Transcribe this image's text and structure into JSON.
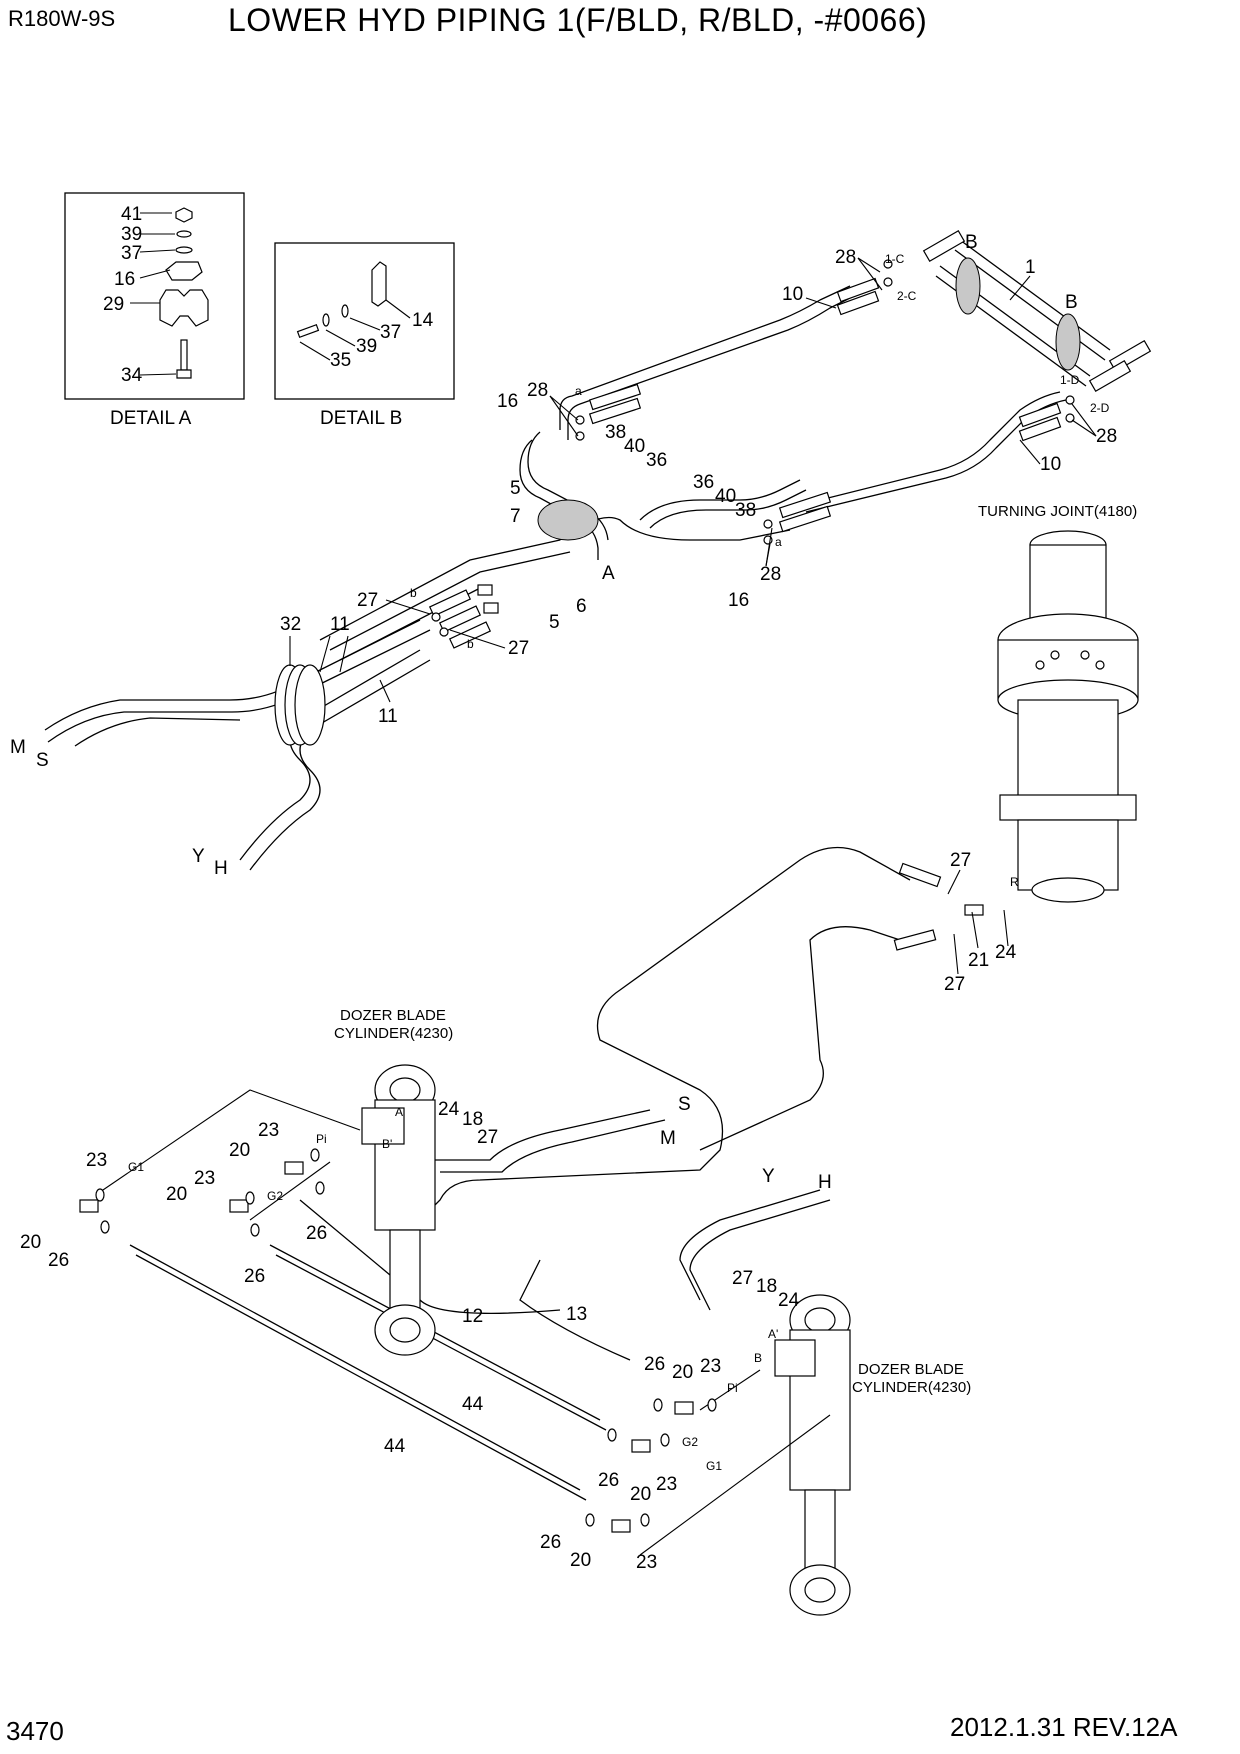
{
  "header": {
    "model": "R180W-9S",
    "title": "LOWER HYD PIPING 1(F/BLD, R/BLD, -#0066)"
  },
  "footer": {
    "page": "3470",
    "revision": "2012.1.31  REV.12A"
  },
  "details": [
    {
      "caption": "DETAIL A",
      "parts": [
        "41",
        "39",
        "37",
        "16",
        "29",
        "34"
      ]
    },
    {
      "caption": "DETAIL B",
      "parts": [
        "14",
        "37",
        "39",
        "35"
      ]
    }
  ],
  "component_labels": {
    "turning_joint": "TURNING JOINT(4180)",
    "dozer_cyl_1_line1": "DOZER BLADE",
    "dozer_cyl_1_line2": "CYLINDER(4230)",
    "dozer_cyl_2_line1": "DOZER BLADE",
    "dozer_cyl_2_line2": "CYLINDER(4230)"
  },
  "callouts": [
    "1",
    "10",
    "28",
    "1-C",
    "2-C",
    "B",
    "B",
    "1-D",
    "2-D",
    "28",
    "10",
    "16",
    "28",
    "a",
    "38",
    "40",
    "36",
    "5",
    "7",
    "A",
    "36",
    "40",
    "38",
    "a",
    "28",
    "16",
    "27",
    "b",
    "6",
    "5",
    "b",
    "27",
    "32",
    "11",
    "11",
    "M",
    "S",
    "Y",
    "H",
    "27",
    "R",
    "21",
    "24",
    "27",
    "S",
    "M",
    "Y",
    "H",
    "24",
    "18",
    "27",
    "A",
    "B'",
    "Pi",
    "23",
    "20",
    "23",
    "G2",
    "20",
    "26",
    "23",
    "G1",
    "20",
    "26",
    "26",
    "12",
    "13",
    "44",
    "44",
    "26",
    "20",
    "23",
    "Pi",
    "G2",
    "26",
    "20",
    "23",
    "G1",
    "26",
    "20",
    "23",
    "27",
    "18",
    "24",
    "A'",
    "B"
  ]
}
